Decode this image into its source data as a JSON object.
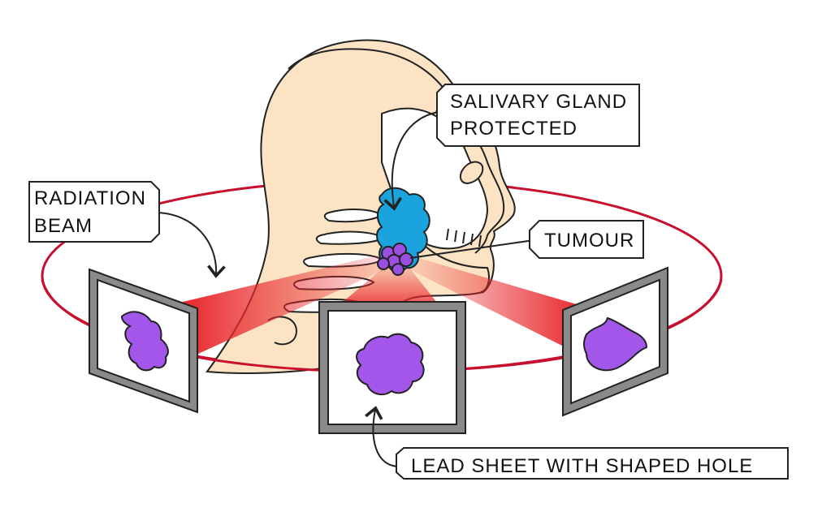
{
  "labels": {
    "salivary_gland_line1": "SALIVARY GLAND",
    "salivary_gland_line2": "PROTECTED",
    "radiation_beam_line1": "RADIATION",
    "radiation_beam_line2": "BEAM",
    "tumour": "TUMOUR",
    "lead_sheet": "LEAD SHEET WITH SHAPED HOLE"
  },
  "colors": {
    "orbit": "#c8102e",
    "beam": "#e8272b",
    "skin": "#fbe3c4",
    "gland": "#1aa3dc",
    "tumour": "#9b4fe0",
    "hole": "#a257ea",
    "plate_frame": "#8a8a8a",
    "outline": "#222222"
  },
  "icons": {
    "gland_pointer": "curved-arrow-icon",
    "beam_pointer": "curved-arrow-icon",
    "lead_pointer": "curved-arrow-icon"
  }
}
